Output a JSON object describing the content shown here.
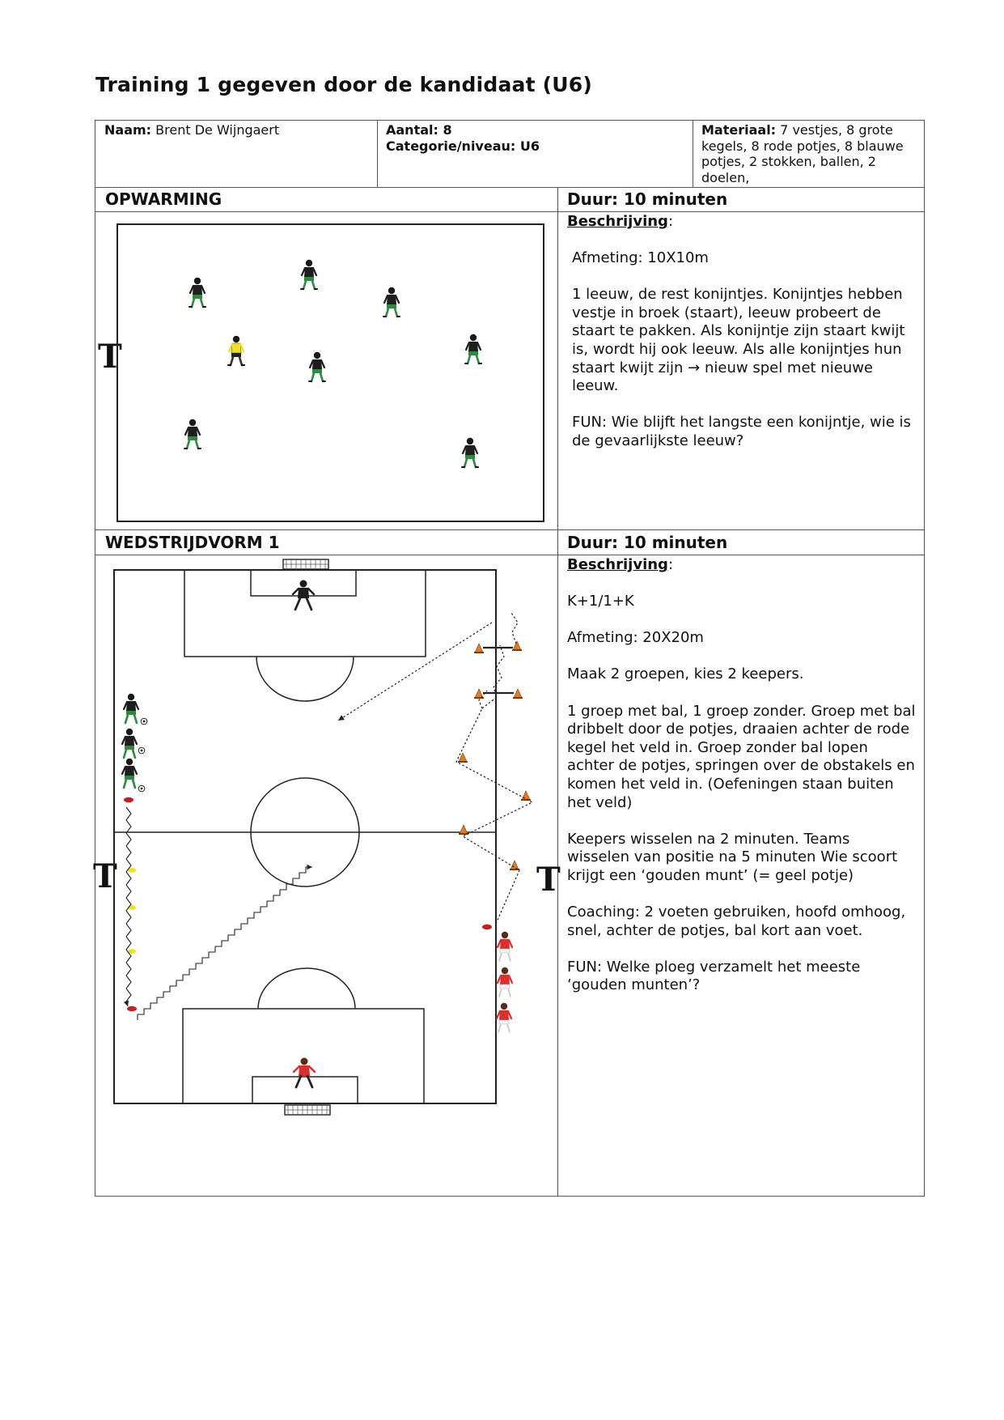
{
  "title": "Training 1 gegeven door de kandidaat (U6)",
  "info": {
    "naam_label": "Naam:",
    "naam_value": "Brent De Wijngaert",
    "aantal_label": "Aantal: 8",
    "categorie_label": "Categorie/niveau: U6",
    "materiaal_label": "Materiaal:",
    "materiaal_value": "7 vestjes, 8 grote kegels, 8 rode potjes, 8 blauwe potjes, 2 stokken, ballen, 2 doelen,"
  },
  "opwarming": {
    "title": "OPWARMING",
    "duur": "Duur: 10 minuten",
    "besch_label": "Beschrijving",
    "besch_colon": ":",
    "lines": [
      "Afmeting: 10X10m",
      "1 leeuw, de rest konijntjes. Konijntjes hebben vestje in broek (staart), leeuw probeert de staart te pakken. Als konijntje zijn staart kwijt is, wordt hij ook leeuw. Als alle konijntjes hun staart kwijt zijn → nieuw spel met nieuwe leeuw.",
      "FUN: Wie blijft het langste een konijntje, wie is de gevaarlijkste leeuw?"
    ],
    "t_mark": "T"
  },
  "wedstrijdvorm": {
    "title": "WEDSTRIJDVORM 1",
    "duur": "Duur: 10 minuten",
    "besch_label": "Beschrijving",
    "besch_colon": ":",
    "lines": [
      "K+1/1+K",
      "Afmeting: 20X20m",
      "Maak 2 groepen, kies 2 keepers.",
      "1 groep met bal, 1 groep zonder. Groep met bal dribbelt door de potjes, draaien achter de rode kegel het veld in. Groep zonder bal lopen achter de potjes, springen over de obstakels en komen het veld in. (Oefeningen staan buiten het veld)",
      "Keepers wisselen na 2 minuten. Teams wisselen van positie na 5 minuten Wie scoort krijgt een ‘gouden munt’ (= geel potje)",
      "Coaching: 2 voeten gebruiken, hoofd omhoog, snel, achter de potjes, bal kort aan voet.",
      "FUN: Welke ploeg verzamelt het meeste ‘gouden munten’?"
    ],
    "t_mark_left": "T",
    "t_mark_right": "T"
  },
  "colors": {
    "green_player": "#2e8b3e",
    "yellow_player": "#f0e020",
    "red_player": "#d83030",
    "cone_orange": "#e87a1c",
    "potje_red": "#c81e1e",
    "potje_yellow": "#f2e21b"
  }
}
